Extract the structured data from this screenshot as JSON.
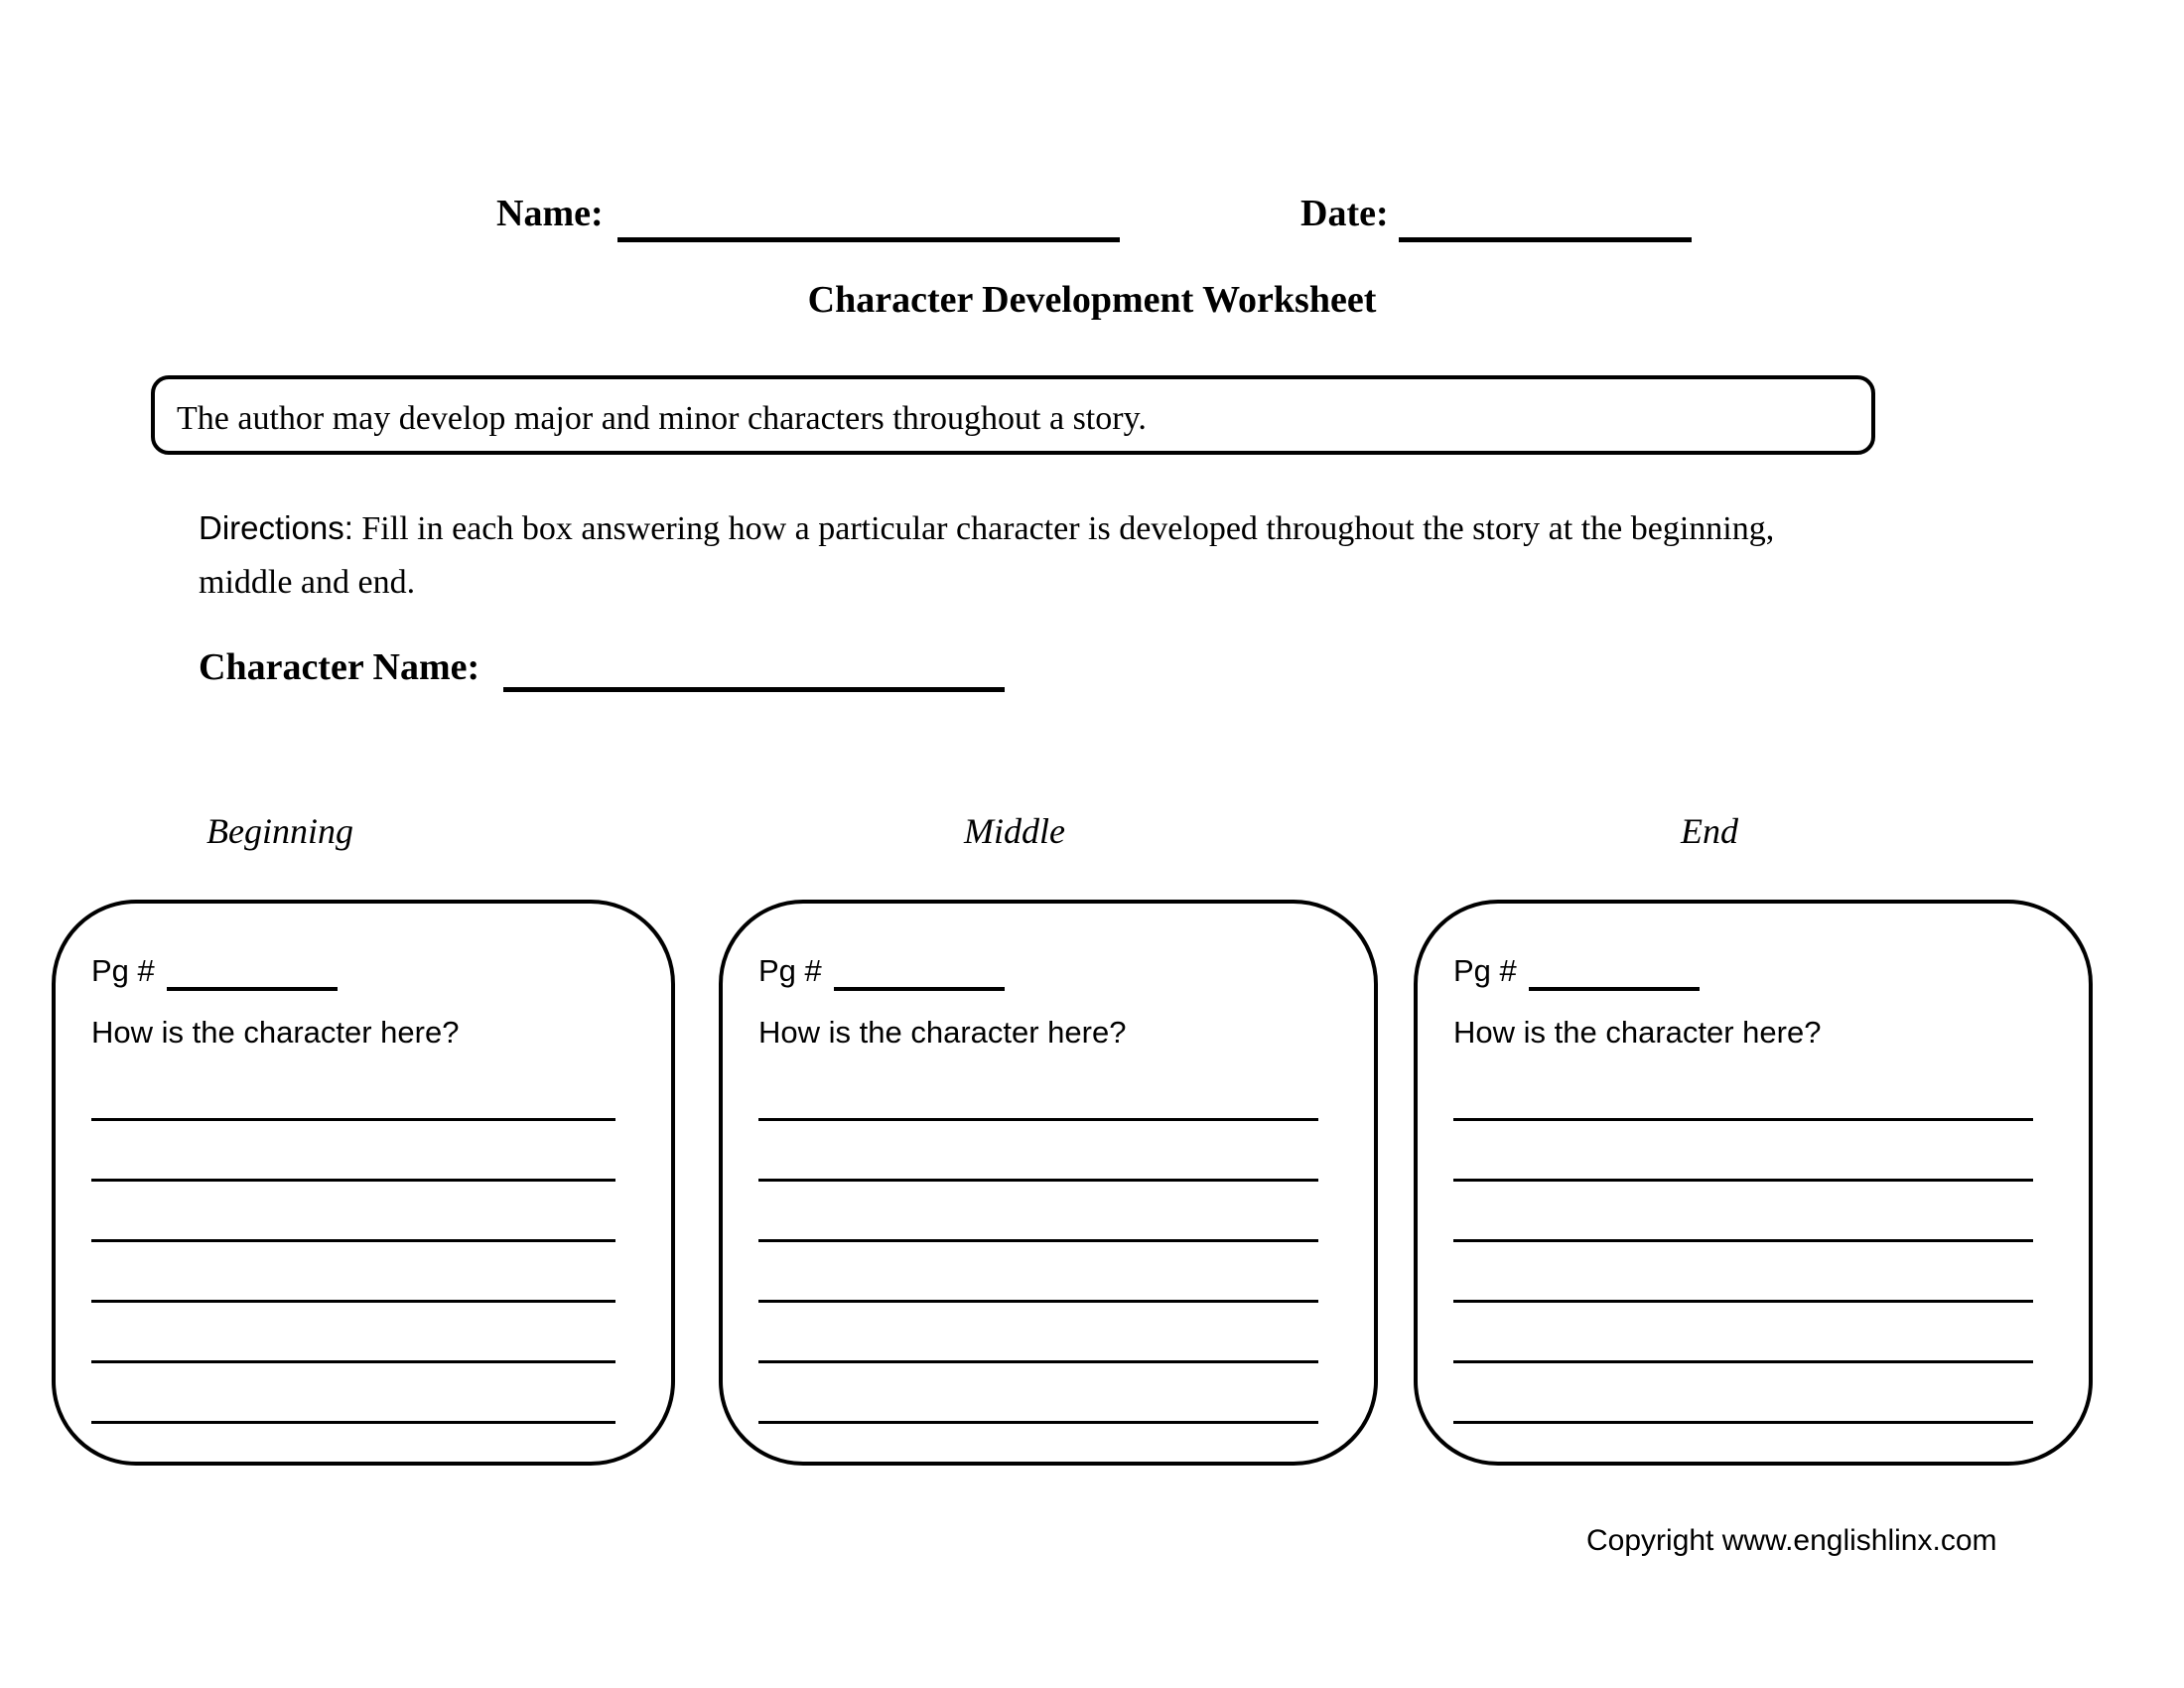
{
  "header": {
    "name_label": "Name:",
    "date_label": "Date:",
    "title": "Character Development Worksheet"
  },
  "statement": {
    "text": "The author may develop major and minor characters throughout a story."
  },
  "directions": {
    "label": "Directions:",
    "text": "Fill in each box answering how a particular character is developed throughout the story at the beginning, middle and end."
  },
  "character_name": {
    "label": "Character Name:"
  },
  "sections": [
    {
      "header": "Beginning",
      "pg_label": "Pg #",
      "question": "How is the character here?",
      "blank_lines": 6
    },
    {
      "header": "Middle",
      "pg_label": "Pg #",
      "question": "How is the character here?",
      "blank_lines": 6
    },
    {
      "header": "End",
      "pg_label": "Pg #",
      "question": "How is the character here?",
      "blank_lines": 6
    }
  ],
  "footer": {
    "copyright": "Copyright www.englishlinx.com"
  },
  "colors": {
    "ink": "#000000",
    "paper": "#ffffff"
  }
}
